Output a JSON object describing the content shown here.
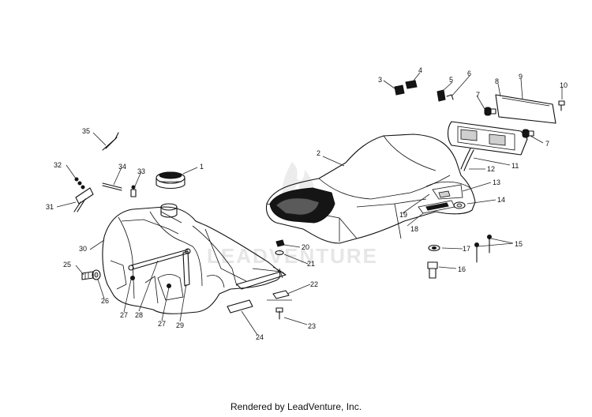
{
  "footer_text": "Rendered by LeadVenture, Inc.",
  "watermark": "LEADVENTURE",
  "callouts": [
    "1",
    "2",
    "3",
    "4",
    "5",
    "6",
    "7",
    "7",
    "8",
    "9",
    "10",
    "11",
    "12",
    "13",
    "14",
    "15",
    "16",
    "17",
    "18",
    "19",
    "20",
    "21",
    "22",
    "23",
    "24",
    "25",
    "26",
    "27",
    "27",
    "28",
    "29",
    "30",
    "31",
    "32",
    "33",
    "34",
    "35"
  ]
}
